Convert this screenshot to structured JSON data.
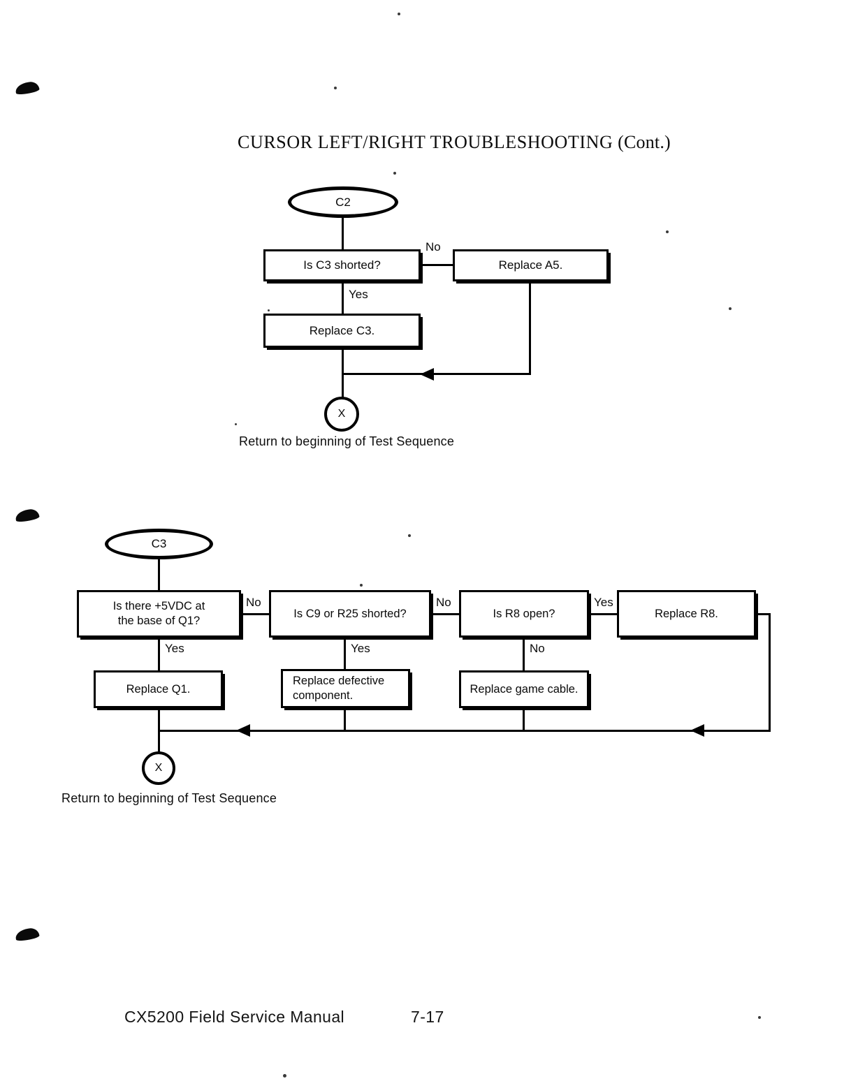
{
  "page": {
    "title_main": "CURSOR LEFT/RIGHT TROUBLESHOOTING",
    "title_cont": " (Cont.)",
    "footer_manual": "CX5200 Field Service Manual",
    "footer_page": "7-17"
  },
  "chart_data": {
    "type": "diagram",
    "diagram_kind": "flowchart",
    "title": "CURSOR LEFT/RIGHT TROUBLESHOOTING (Cont.)",
    "flowcharts": [
      {
        "id": "C2",
        "start_label": "C2",
        "nodes": [
          {
            "id": "q1",
            "text": "Is C3 shorted?",
            "shape": "process"
          },
          {
            "id": "a1",
            "text": "Replace A5.",
            "shape": "process"
          },
          {
            "id": "a2",
            "text": "Replace C3.",
            "shape": "process"
          },
          {
            "id": "end",
            "text": "X",
            "shape": "connector"
          }
        ],
        "edges": [
          {
            "from": "C2",
            "to": "q1",
            "label": ""
          },
          {
            "from": "q1",
            "to": "a1",
            "label": "No"
          },
          {
            "from": "q1",
            "to": "a2",
            "label": "Yes"
          },
          {
            "from": "a2",
            "to": "end",
            "label": ""
          },
          {
            "from": "a1",
            "to": "end",
            "label": ""
          }
        ],
        "caption": "Return to beginning of Test Sequence"
      },
      {
        "id": "C3",
        "start_label": "C3",
        "nodes": [
          {
            "id": "q1",
            "text": "Is there +5VDC at the base of Q1?",
            "shape": "process"
          },
          {
            "id": "q2",
            "text": "Is C9 or R25 shorted?",
            "shape": "process"
          },
          {
            "id": "q3",
            "text": "Is R8 open?",
            "shape": "process"
          },
          {
            "id": "a3",
            "text": "Replace R8.",
            "shape": "process"
          },
          {
            "id": "a1",
            "text": "Replace Q1.",
            "shape": "process"
          },
          {
            "id": "a2",
            "text": "Replace defective component.",
            "shape": "process"
          },
          {
            "id": "a4",
            "text": "Replace game cable.",
            "shape": "process"
          },
          {
            "id": "end",
            "text": "X",
            "shape": "connector"
          }
        ],
        "edges": [
          {
            "from": "C3",
            "to": "q1",
            "label": ""
          },
          {
            "from": "q1",
            "to": "q2",
            "label": "No"
          },
          {
            "from": "q1",
            "to": "a1",
            "label": "Yes"
          },
          {
            "from": "q2",
            "to": "q3",
            "label": "No"
          },
          {
            "from": "q2",
            "to": "a2",
            "label": "Yes"
          },
          {
            "from": "q3",
            "to": "a3",
            "label": "Yes"
          },
          {
            "from": "q3",
            "to": "a4",
            "label": "No"
          },
          {
            "from": "a1",
            "to": "end",
            "label": ""
          },
          {
            "from": "a2",
            "to": "end",
            "label": ""
          },
          {
            "from": "a4",
            "to": "end",
            "label": ""
          },
          {
            "from": "a3",
            "to": "end",
            "label": ""
          }
        ],
        "caption": "Return to beginning of Test Sequence"
      }
    ]
  },
  "flow1": {
    "start": "C2",
    "q_c3_shorted": "Is C3 shorted?",
    "label_no": "No",
    "label_yes": "Yes",
    "replace_a5": "Replace A5.",
    "replace_c3": "Replace C3.",
    "end_marker": "X",
    "caption": "Return to beginning of Test Sequence"
  },
  "flow2": {
    "start": "C3",
    "q_5vdc_line1": "Is there +5VDC at",
    "q_5vdc_line2": "the base of Q1?",
    "q_c9_r25": "Is C9 or R25 shorted?",
    "q_r8_open": "Is R8 open?",
    "replace_r8": "Replace R8.",
    "replace_q1": "Replace Q1.",
    "replace_defective_line1": "Replace defective",
    "replace_defective_line2": "component.",
    "replace_game_cable": "Replace game cable.",
    "label_no_1": "No",
    "label_no_2": "No",
    "label_yes_r8": "Yes",
    "label_yes_1": "Yes",
    "label_yes_2": "Yes",
    "label_no_3": "No",
    "end_marker": "X",
    "caption": "Return to beginning of Test Sequence"
  }
}
